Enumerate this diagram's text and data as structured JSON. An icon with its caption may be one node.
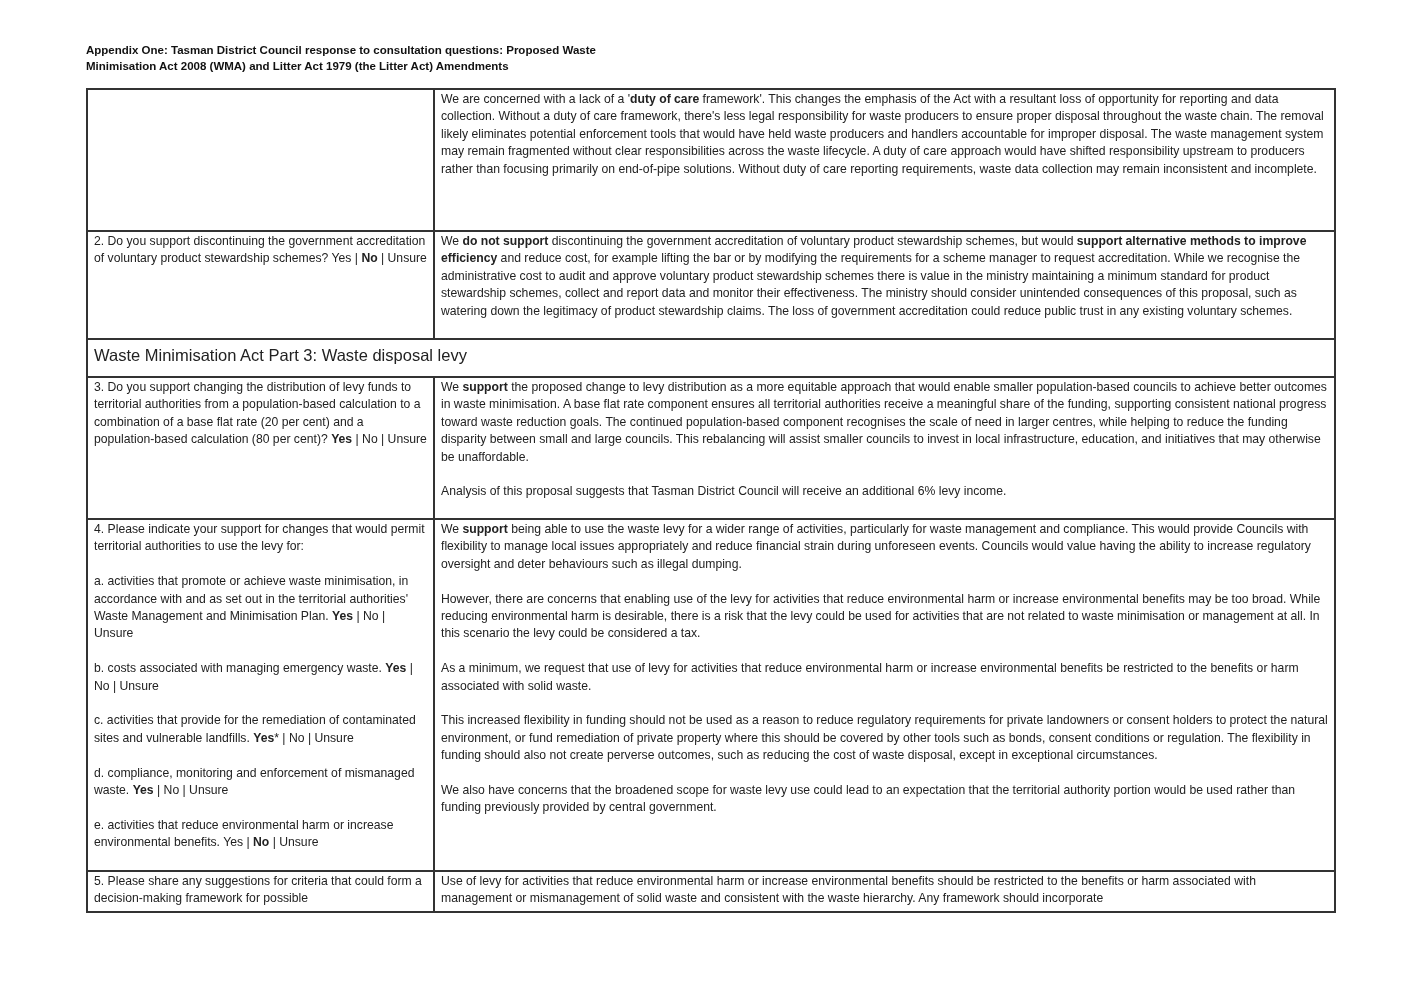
{
  "diagram": {
    "title": "Appendix One: Tasman District Council response to consultation questions: Proposed Waste Minimisation Act 2008 (WMA) and Litter Act 1979 (the Litter Act) Amendments",
    "labels": [
      "We are concerned with a lack of a '**duty of care** framework'. This changes the emphasis of the Act with a resultant loss of opportunity for reporting and data collection. Without a duty of care framework, there's less legal responsibility for waste producers to ensure proper disposal throughout the waste chain. The removal likely eliminates potential enforcement tools that would have held waste producers and handlers accountable for improper disposal. The waste management system may remain fragmented without clear responsibilities across the waste lifecycle. A duty of care approach would have shifted responsibility upstream to producers rather than focusing primarily on end-of-pipe solutions. Without duty of care reporting requirements, waste data collection may remain inconsistent and incomplete.",
      "2. Do you support discontinuing the government accreditation of voluntary product stewardship schemes? Yes | **No** | Unsure",
      "We **do not support** discontinuing the government accreditation of voluntary product stewardship schemes, but would **support alternative methods to improve efficiency** and reduce cost, for example lifting the bar or by modifying the requirements for a scheme manager to request accreditation. While we recognise the administrative cost to audit and approve voluntary product stewardship schemes there is value in the ministry maintaining a minimum standard for product stewardship schemes, collect and report data and monitor their effectiveness. The ministry should consider unintended consequences of this proposal, such as watering down the legitimacy of product stewardship claims.  The loss of government accreditation could reduce public trust in any existing voluntary schemes.",
      "Waste Minimisation Act Part 3: Waste disposal levy",
      "3. Do you support changing the distribution of levy funds to territorial authorities from a population-based calculation to a combination of a base flat rate (20 per cent) and a population-based calculation (80 per cent)? **Yes** | No | Unsure",
      "We **support** the proposed change to levy distribution as a more equitable approach that would enable smaller population-based councils to achieve better outcomes in waste minimisation. A base flat rate component ensures all territorial authorities receive a meaningful share of the funding, supporting consistent national progress toward waste reduction goals. The continued population-based component recognises the scale of need in larger centres, while helping to reduce the funding disparity between small and large councils. This rebalancing will assist smaller councils to invest in local infrastructure, education, and initiatives that may otherwise be unaffordable.",
      "Analysis of this proposal suggests that Tasman District Council will receive an additional 6% levy income.",
      "4. Please indicate your support for changes that would permit territorial authorities to use the levy for:",
      "a. activities that promote or achieve waste minimisation, in accordance with and as set out in the territorial authorities' Waste Management and Minimisation Plan. **Yes** | No | Unsure",
      "b. costs associated with managing emergency waste. **Yes** | No | Unsure",
      "c. activities that provide for the remediation of contaminated sites and vulnerable landfills. **Yes*** | No | Unsure",
      "d. compliance, monitoring and enforcement of mismanaged waste. **Yes** | No | Unsure",
      "e. activities that reduce environmental harm or increase environmental benefits. Yes | **No** | Unsure",
      "We **support** being able to use the waste levy for a wider range of activities, particularly for waste management and compliance. This would provide Councils with flexibility to manage local issues appropriately and reduce financial strain during unforeseen events. Councils would value having the ability to increase regulatory oversight and deter behaviours such as illegal dumping.",
      "However, there are concerns that enabling use of the levy for activities that reduce environmental harm or increase environmental benefits may be too broad. While reducing environmental harm is desirable, there is a risk that the levy could be used for activities that are not related to waste minimisation or management at all. In this scenario the levy could be considered a tax.",
      "As a minimum, we request that use of levy for activities that reduce environmental harm or increase environmental benefits be restricted to the benefits or harm associated with solid waste.",
      "This increased flexibility in funding should not be used as a reason to reduce regulatory requirements for private landowners or consent holders to protect the natural environment, or fund remediation of private property where this should be covered by other tools such as bonds, consent conditions or regulation. The flexibility in funding should also not create perverse outcomes, such as reducing the cost of waste disposal, except in exceptional circumstances.",
      "We also have concerns that the broadened scope for waste levy use could lead to an expectation that the territorial authority portion would be used rather than funding previously provided by central government.",
      "5. Please share any suggestions for criteria that could form a decision-making framework for possible",
      "Use of levy for activities that reduce environmental harm or increase environmental benefits should be restricted to the benefits or harm associated with management or mismanagement of solid waste and consistent with the waste hierarchy.  Any framework should incorporate"
    ]
  }
}
